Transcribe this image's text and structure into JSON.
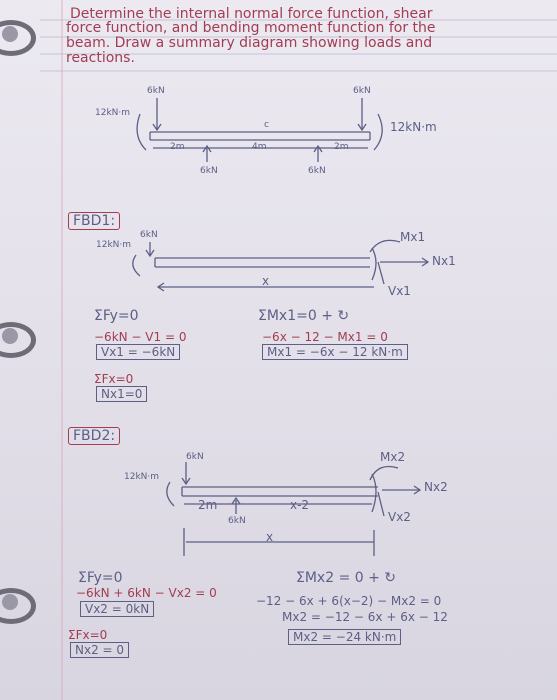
{
  "problem": {
    "line1": "Determine the internal normal force function, shear",
    "line2": "force function, and bending moment function for the",
    "line3": "beam. Draw a summary diagram showing loads and",
    "line4": "reactions."
  },
  "summary_diagram": {
    "load_left": "6kN",
    "load_right": "6kN",
    "moment_left": "12kN·m",
    "moment_right": "12kN·m",
    "point_c": "c",
    "dim_left": "2m",
    "dim_mid": "4m",
    "dim_right": "2m",
    "reaction_left": "6kN",
    "reaction_right": "6kN"
  },
  "fbd1": {
    "label": "FBD1:",
    "moment": "12kN·m",
    "load": "6kN",
    "moment_label": "Mx1",
    "normal_label": "Nx1",
    "shear_label": "Vx1",
    "x_label": "x",
    "sum_fy": "ΣFy=0",
    "fy_eq": "−6kN − V1 = 0",
    "fy_result": "Vx1 = −6kN",
    "sum_fx": "ΣFx=0",
    "fx_result": "Nx1=0",
    "sum_m": "ΣMx1=0  + ↻",
    "m_eq": "−6x − 12 − Mx1 = 0",
    "m_result": "Mx1 = −6x − 12  kN·m"
  },
  "fbd2": {
    "label": "FBD2:",
    "moment": "12kN·m",
    "load": "6kN",
    "moment_label": "Mx2",
    "normal_label": "Nx2",
    "shear_label": "Vx2",
    "dim_2m": "2m",
    "dim_x2": "x-2",
    "reaction": "6kN",
    "x_label": "x",
    "sum_fy": "ΣFy=0",
    "fy_eq": "−6kN + 6kN − Vx2 = 0",
    "fy_result": "Vx2 = 0kN",
    "sum_fx": "ΣFx=0",
    "fx_result": "Nx2 = 0",
    "sum_m": "ΣMx2 = 0   + ↻",
    "m_eq": "−12 − 6x + 6(x−2) − Mx2 = 0",
    "m_eq2": "Mx2 = −12 − 6x + 6x − 12",
    "m_result": "Mx2 = −24 kN·m"
  }
}
